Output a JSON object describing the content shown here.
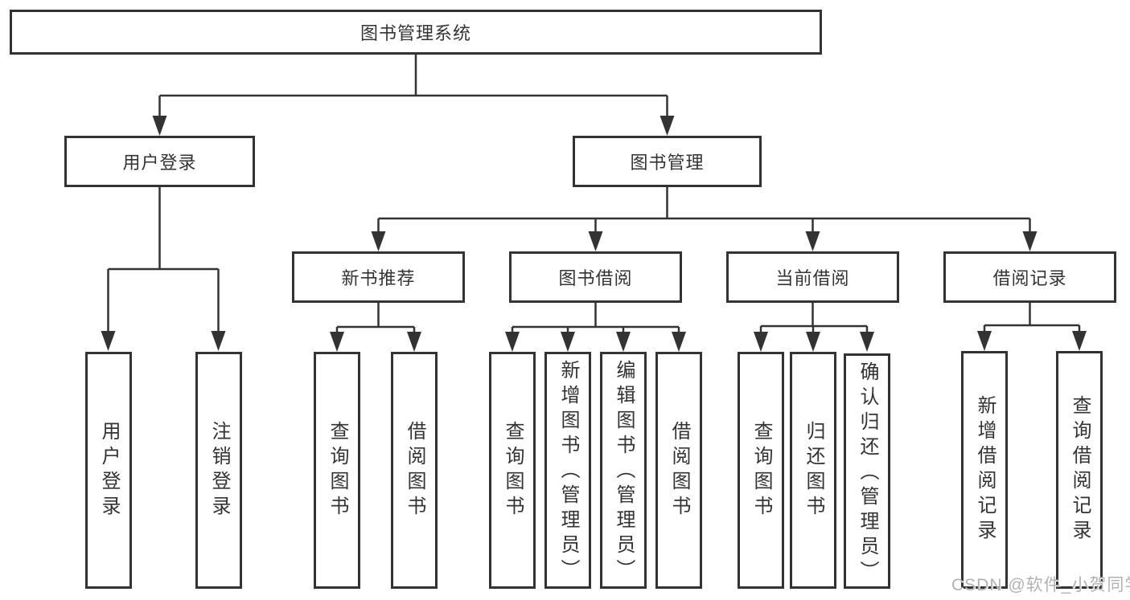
{
  "diagram_title": "图书管理系统",
  "nodes": {
    "root": "图书管理系统",
    "user_login": "用户登录",
    "book_mgmt": "图书管理",
    "new_books": "新书推荐",
    "book_borrow": "图书借阅",
    "current_borrow": "当前借阅",
    "borrow_records": "借阅记录",
    "login_children": [
      "用户登录",
      "注销登录"
    ],
    "new_books_children": [
      "查询图书",
      "借阅图书"
    ],
    "book_borrow_children": [
      "查询图书",
      "新增图书（管理员）",
      "编辑图书（管理员）",
      "借阅图书"
    ],
    "current_borrow_children": [
      "查询图书",
      "归还图书",
      "确认归还（管理员）"
    ],
    "borrow_records_children": [
      "新增借阅记录",
      "查询借阅记录"
    ]
  },
  "watermark": "CSDN @软件_小贺同学",
  "colors": {
    "line": "#333333",
    "text": "#333333",
    "background": "#ffffff",
    "watermark": "#b2b2b2"
  }
}
